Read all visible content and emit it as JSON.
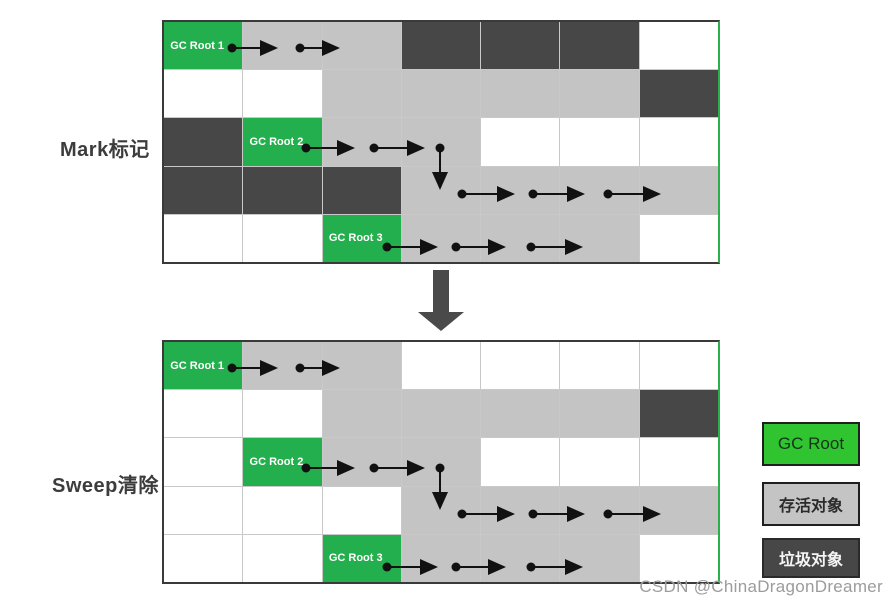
{
  "labels": {
    "mark": "Mark标记",
    "sweep": "Sweep清除"
  },
  "watermark": "CSDN @ChinaDragonDreamer",
  "colors": {
    "root_cell": "#24af4e",
    "live_cell": "#c4c4c4",
    "garbage_cell": "#474747",
    "empty_cell": "#ffffff",
    "gridline": "#c9c9c9",
    "grid_border": "#3a3a3a",
    "grid_border_right": "#2ab14a",
    "chain": "#111111",
    "down_arrow": "#4a4a4a",
    "label_text": "#3c3c3c",
    "watermark_text": "#9c9c9c",
    "legend_green": "#31c431"
  },
  "legend": [
    {
      "label": "GC Root",
      "type": "root"
    },
    {
      "label": "存活对象",
      "type": "live"
    },
    {
      "label": "垃圾对象",
      "type": "garbage"
    }
  ],
  "grids": {
    "mark": {
      "rows": [
        [
          {
            "t": "root",
            "label": "GC Root 1"
          },
          {
            "t": "live"
          },
          {
            "t": "live"
          },
          {
            "t": "garbage"
          },
          {
            "t": "garbage"
          },
          {
            "t": "garbage"
          },
          {
            "t": "empty"
          }
        ],
        [
          {
            "t": "empty"
          },
          {
            "t": "empty"
          },
          {
            "t": "live"
          },
          {
            "t": "live"
          },
          {
            "t": "live"
          },
          {
            "t": "live"
          },
          {
            "t": "garbage"
          }
        ],
        [
          {
            "t": "garbage"
          },
          {
            "t": "root",
            "label": "GC Root 2"
          },
          {
            "t": "live"
          },
          {
            "t": "live"
          },
          {
            "t": "empty"
          },
          {
            "t": "empty"
          },
          {
            "t": "empty"
          }
        ],
        [
          {
            "t": "garbage"
          },
          {
            "t": "garbage"
          },
          {
            "t": "garbage"
          },
          {
            "t": "live"
          },
          {
            "t": "live"
          },
          {
            "t": "live"
          },
          {
            "t": "live"
          }
        ],
        [
          {
            "t": "empty"
          },
          {
            "t": "empty"
          },
          {
            "t": "root",
            "label": "GC Root 3"
          },
          {
            "t": "live"
          },
          {
            "t": "live"
          },
          {
            "t": "live"
          },
          {
            "t": "empty"
          }
        ]
      ]
    },
    "sweep": {
      "rows": [
        [
          {
            "t": "root",
            "label": "GC Root 1"
          },
          {
            "t": "live"
          },
          {
            "t": "live"
          },
          {
            "t": "empty"
          },
          {
            "t": "empty"
          },
          {
            "t": "empty"
          },
          {
            "t": "empty"
          }
        ],
        [
          {
            "t": "empty"
          },
          {
            "t": "empty"
          },
          {
            "t": "live"
          },
          {
            "t": "live"
          },
          {
            "t": "live"
          },
          {
            "t": "live"
          },
          {
            "t": "garbage"
          }
        ],
        [
          {
            "t": "empty"
          },
          {
            "t": "root",
            "label": "GC Root 2"
          },
          {
            "t": "live"
          },
          {
            "t": "live"
          },
          {
            "t": "empty"
          },
          {
            "t": "empty"
          },
          {
            "t": "empty"
          }
        ],
        [
          {
            "t": "empty"
          },
          {
            "t": "empty"
          },
          {
            "t": "empty"
          },
          {
            "t": "live"
          },
          {
            "t": "live"
          },
          {
            "t": "live"
          },
          {
            "t": "live"
          }
        ],
        [
          {
            "t": "empty"
          },
          {
            "t": "empty"
          },
          {
            "t": "root",
            "label": "GC Root 3"
          },
          {
            "t": "live"
          },
          {
            "t": "live"
          },
          {
            "t": "live"
          },
          {
            "t": "empty"
          }
        ]
      ]
    }
  },
  "chains": {
    "dots": [
      [
        68,
        26
      ],
      [
        136,
        26
      ],
      [
        142,
        126
      ],
      [
        210,
        126
      ],
      [
        276,
        126
      ],
      [
        298,
        172
      ],
      [
        369,
        172
      ],
      [
        444,
        172
      ],
      [
        223,
        225
      ],
      [
        292,
        225
      ],
      [
        367,
        225
      ]
    ],
    "arrows": [
      [
        68,
        26,
        112,
        26
      ],
      [
        136,
        26,
        174,
        26
      ],
      [
        142,
        126,
        189,
        126
      ],
      [
        210,
        126,
        259,
        126
      ],
      [
        276,
        126,
        276,
        166
      ],
      [
        298,
        172,
        349,
        172
      ],
      [
        369,
        172,
        419,
        172
      ],
      [
        444,
        172,
        495,
        172
      ],
      [
        223,
        225,
        272,
        225
      ],
      [
        292,
        225,
        340,
        225
      ],
      [
        367,
        225,
        417,
        225
      ]
    ]
  }
}
